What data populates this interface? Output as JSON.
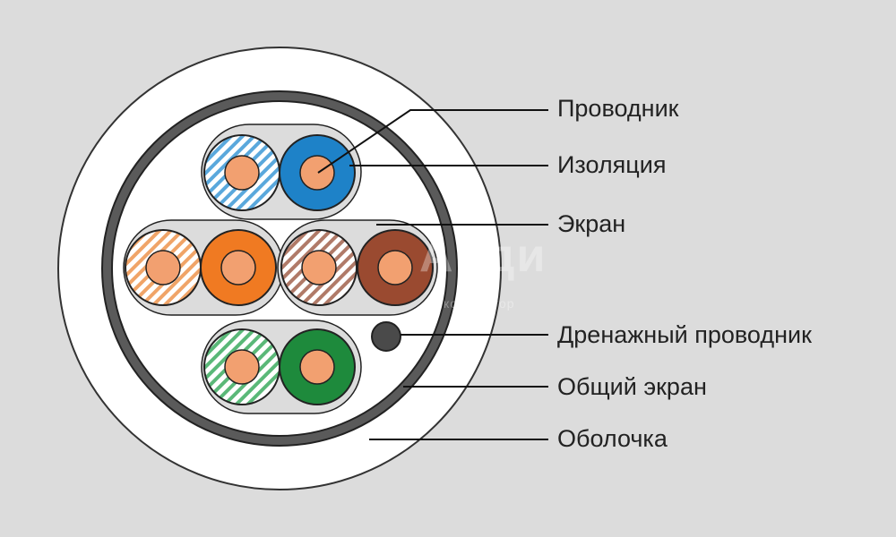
{
  "labels": {
    "conductor": "Проводник",
    "insulation": "Изоляция",
    "screen": "Экран",
    "drain_wire": "Дренажный проводник",
    "overall_screen": "Общий экран",
    "jacket": "Оболочка"
  },
  "watermark": {
    "text": "Айди",
    "sub": "компьютор"
  },
  "colors": {
    "background": "#dcdcdc",
    "jacket": "#ffffff",
    "overall_screen": "#5a5a5a",
    "core": "#f2a070",
    "blue": "#1e82c8",
    "orange": "#f07a22",
    "brown": "#9a4a30",
    "green": "#1e8a3c",
    "drain": "#4a4a4a"
  }
}
